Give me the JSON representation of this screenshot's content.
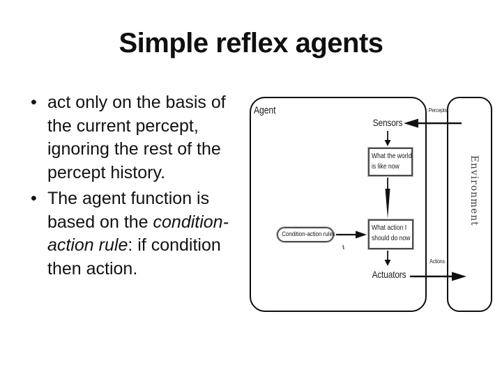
{
  "slide": {
    "title": "Simple reflex agents",
    "bullet_char": "•",
    "bullets": [
      {
        "text": "act only on the basis of the current percept, ignoring the rest of the percept history."
      },
      {
        "before_italic": "The agent function is based on the ",
        "italic": "condition-action rule",
        "after_italic": ": if condition then action."
      }
    ]
  },
  "diagram": {
    "agent_label": "Agent",
    "environment_label": "Environment",
    "sensors_label": "Sensors",
    "actuators_label": "Actuators",
    "percepts_label": "Percepts",
    "actions_label": "Actions",
    "world_box": {
      "line1": "What the world",
      "line2": "is like now"
    },
    "action_box": {
      "line1": "What action I",
      "line2": "should do now"
    },
    "rules_box_label": "Condition-action rules"
  },
  "colors": {
    "background": "#ffffff",
    "text_ink": "#121212",
    "outer_box_border": "#0d0d0d",
    "inner_box_border": "#4a4a4a",
    "environment_text": "#3d3d3d"
  }
}
